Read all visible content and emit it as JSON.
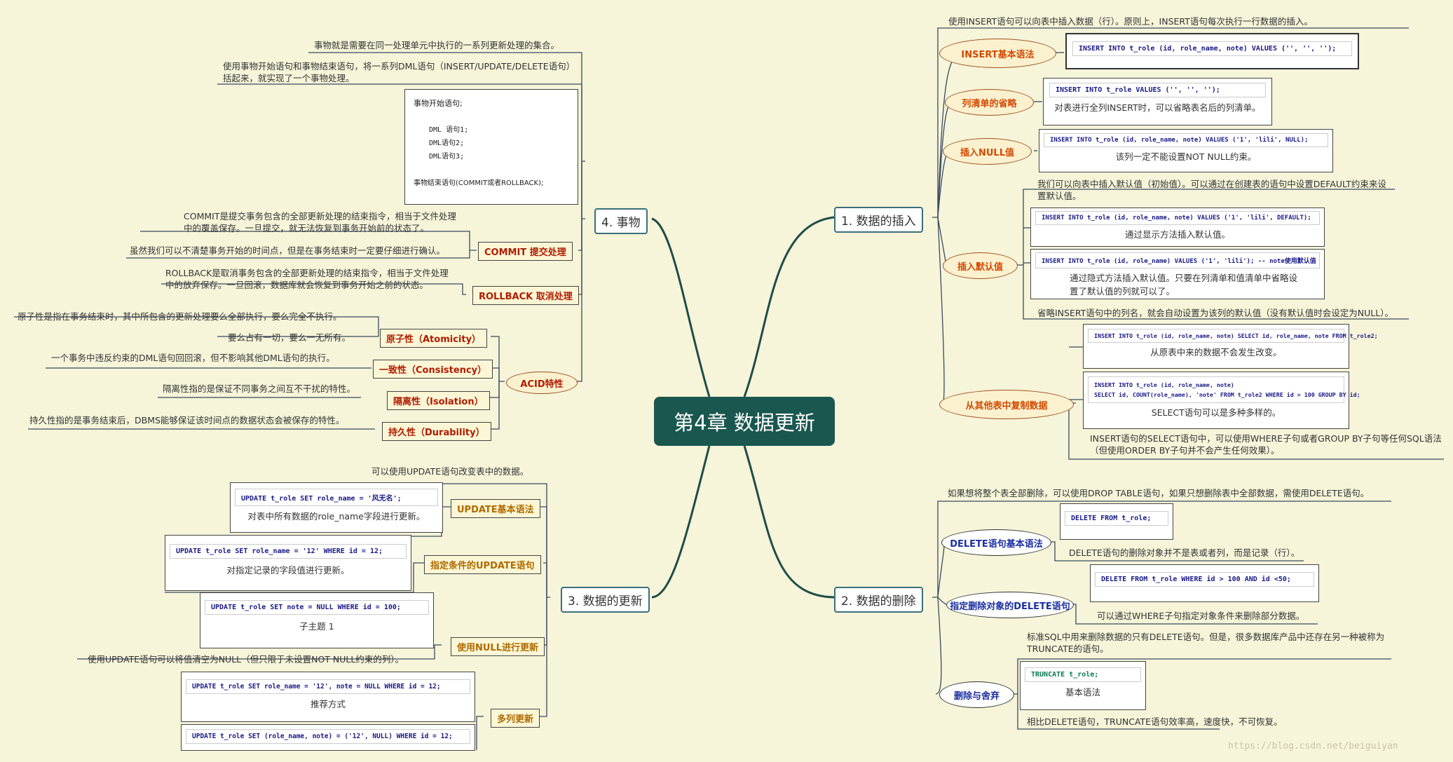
{
  "center": {
    "title": "第4章 数据更新"
  },
  "branches": {
    "insert": "1. 数据的插入",
    "delete": "2. 数据的删除",
    "update": "3. 数据的更新",
    "transaction": "4. 事物"
  },
  "insert": {
    "intro": "使用INSERT语句可以向表中插入数据（行）。原则上，INSERT语句每次执行一行数据的插入。",
    "basic": {
      "label": "INSERT基本语法",
      "code": "INSERT INTO t_role (id, role_name, note) VALUES ('', '', '');"
    },
    "omit": {
      "label": "列清单的省略",
      "code": "INSERT INTO t_role VALUES ('', '', '');",
      "caption": "对表进行全列INSERT时，可以省略表名后的列清单。"
    },
    "null": {
      "label": "插入NULL值",
      "code": "INSERT INTO t_role (id, role_name, note) VALUES ('1', 'lili', NULL);",
      "caption": "该列一定不能设置NOT NULL约束。"
    },
    "default": {
      "label": "插入默认值",
      "intro": "我们可以向表中插入默认值（初始值）。可以通过在创建表的语句中设置DEFAULT约束来设置默认值。",
      "code1": "INSERT INTO t_role (id, role_name, note) VALUES ('1', 'lili', DEFAULT);",
      "caption1": "通过显示方法插入默认值。",
      "code2": "INSERT INTO t_role (id, role_name) VALUES ('1', 'lili'); -- note使用默认值",
      "caption2": "通过隐式方法插入默认值。只要在列清单和值清单中省略设置了默认值的列就可以了。",
      "note": "省略INSERT语句中的列名，就会自动设置为该列的默认值（没有默认值时会设定为NULL）。"
    },
    "copy": {
      "label": "从其他表中复制数据",
      "code1": "INSERT INTO t_role (id, role_name, note) SELECT id, role_name, note FROM t_role2;",
      "caption1": "从原表中来的数据不会发生改变。",
      "code2a": "INSERT INTO t_role (id, role_name, note)",
      "code2b": "SELECT id, COUNT(role_name), 'note' FROM t_role2 WHERE id > 100 GROUP BY id;",
      "caption2": "SELECT语句可以是多种多样的。",
      "note": "INSERT语句的SELECT语句中，可以使用WHERE子句或者GROUP BY子句等任何SQL语法（但使用ORDER BY子句并不会产生任何效果）。"
    }
  },
  "delete": {
    "intro": "如果想将整个表全部删除，可以使用DROP TABLE语句，如果只想删除表中全部数据，需使用DELETE语句。",
    "basic": {
      "label": "DELETE语句基本语法",
      "code": "DELETE FROM t_role;",
      "caption": "DELETE语句的删除对象并不是表或者列，而是记录（行）。"
    },
    "where": {
      "label": "指定删除对象的DELETE语句",
      "code": "DELETE FROM t_role WHERE id > 100 AND id <50;",
      "caption": "可以通过WHERE子句指定对象条件来删除部分数据。"
    },
    "truncate": {
      "label": "删除与舍弃",
      "intro": "标准SQL中用来删除数据的只有DELETE语句。但是，很多数据库产品中还存在另一种被称为TRUNCATE的语句。",
      "code": "TRUNCATE t_role;",
      "caption": "基本语法",
      "note": "相比DELETE语句，TRUNCATE语句效率高，速度快，不可恢复。"
    }
  },
  "update": {
    "intro": "可以使用UPDATE语句改变表中的数据。",
    "basic": {
      "label": "UPDATE基本语法",
      "code": "UPDATE t_role SET role_name = '风无名';",
      "caption": "对表中所有数据的role_name字段进行更新。"
    },
    "where": {
      "label": "指定条件的UPDATE语句",
      "code": "UPDATE t_role SET role_name = '12' WHERE id = 12;",
      "caption": "对指定记录的字段值进行更新。"
    },
    "null": {
      "label": "使用NULL进行更新",
      "code": "UPDATE t_role SET note = NULL WHERE id = 100;",
      "caption": "子主题 1",
      "note": "使用UPDATE语句可以将值清空为NULL（但只限于未设置NOT NULL约束的列）。"
    },
    "multi": {
      "label": "多列更新",
      "code1": "UPDATE t_role SET role_name = '12', note = NULL  WHERE id = 12;",
      "caption1": "推荐方式",
      "code2": "UPDATE t_role SET (role_name, note) = ('12', NULL) WHERE id = 12;"
    }
  },
  "transaction": {
    "def": "事物就是需要在同一处理单元中执行的一系列更新处理的集合。",
    "use": "使用事物开始语句和事物结束语句，将一系列DML语句（INSERT/UPDATE/DELETE语句）括起来，就实现了一个事物处理。",
    "box": {
      "start": "事物开始语句;",
      "l1": "DML 语句1;",
      "l2": "DML语句2;",
      "l3": "DML语句3;",
      "end": "事物结束语句(COMMIT或者ROLLBACK);"
    },
    "commit": {
      "label": "COMMIT 提交处理",
      "desc": "COMMIT是提交事务包含的全部更新处理的结束指令，相当于文件处理中的覆盖保存。一旦提交，就无法恢复到事务开始前的状态了。",
      "note": "虽然我们可以不清楚事务开始的时间点，但是在事务结束时一定要仔细进行确认。"
    },
    "rollback": {
      "label": "ROLLBACK 取消处理",
      "desc": "ROLLBACK是取消事务包含的全部更新处理的结束指令，相当于文件处理中的放弃保存。一旦回滚，数据库就会恢复到事务开始之前的状态。"
    },
    "acid": {
      "label": "ACID特性",
      "a": {
        "label": "原子性（Atomicity）",
        "desc": "原子性是指在事务结束时，其中所包含的更新处理要么全部执行，要么完全不执行。",
        "note": "要么占有一切，要么一无所有。"
      },
      "c": {
        "label": "一致性（Consistency）",
        "desc": "一个事务中违反约束的DML语句回回滚，但不影响其他DML语句的执行。"
      },
      "i": {
        "label": "隔离性（Isolation）",
        "desc": "隔离性指的是保证不同事务之间互不干扰的特性。"
      },
      "d": {
        "label": "持久性（Durability）",
        "desc": "持久性指的是事务结束后，DBMS能够保证该时间点的数据状态会被保存的特性。"
      }
    }
  },
  "watermark": "https://blog.csdn.net/beiguiyan"
}
